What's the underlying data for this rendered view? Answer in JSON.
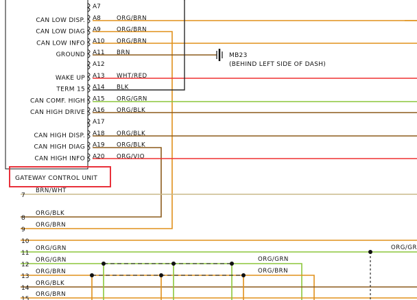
{
  "colors": {
    "orange": "#e0901a",
    "brown": "#8b5a1a",
    "red": "#ef3030",
    "black": "#2a2a2a",
    "green": "#8cc63a",
    "olive": "#c9b98a",
    "highlight": "#e8303a"
  },
  "unit": {
    "title": "GATEWAY CONTROL UNIT",
    "pins": [
      {
        "id": "A7",
        "label": "",
        "wire": ""
      },
      {
        "id": "A8",
        "label": "CAN LOW DISP.",
        "wire": "ORG/BRN"
      },
      {
        "id": "A9",
        "label": "CAN LOW DIAG",
        "wire": "ORG/BRN"
      },
      {
        "id": "A10",
        "label": "CAN LOW INFO",
        "wire": "ORG/BRN"
      },
      {
        "id": "A11",
        "label": "GROUND",
        "wire": "BRN"
      },
      {
        "id": "A12",
        "label": "",
        "wire": ""
      },
      {
        "id": "A13",
        "label": "WAKE UP",
        "wire": "WHT/RED"
      },
      {
        "id": "A14",
        "label": "TERM 15",
        "wire": "BLK"
      },
      {
        "id": "A15",
        "label": "CAN COMF. HIGH",
        "wire": "ORG/GRN"
      },
      {
        "id": "A16",
        "label": "CAN HIGH DRIVE",
        "wire": "ORG/BLK"
      },
      {
        "id": "A17",
        "label": "",
        "wire": ""
      },
      {
        "id": "A18",
        "label": "CAN HIGH DISP.",
        "wire": "ORG/BLK"
      },
      {
        "id": "A19",
        "label": "CAN HIGH DIAG",
        "wire": "ORG/BLK"
      },
      {
        "id": "A20",
        "label": "CAN HIGH INFO",
        "wire": "ORG/VIO"
      }
    ]
  },
  "ground": {
    "name": "MB23",
    "location": "(BEHIND LEFT SIDE OF DASH)"
  },
  "connector": {
    "rows": [
      {
        "num": "7",
        "wire": "BRN/WHT"
      },
      {
        "num": "8",
        "wire": "ORG/BLK"
      },
      {
        "num": "9",
        "wire": "ORG/BRN"
      },
      {
        "num": "10",
        "wire": ""
      },
      {
        "num": "11",
        "wire": "ORG/GRN"
      },
      {
        "num": "12",
        "wire": "ORG/GRN"
      },
      {
        "num": "13",
        "wire": "ORG/BRN"
      },
      {
        "num": "14",
        "wire": "ORG/BLK"
      },
      {
        "num": "15",
        "wire": "ORG/BRN"
      }
    ],
    "extra_wire_labels": [
      "ORG/GRN",
      "ORG/GRN",
      "ORG/BRN"
    ]
  }
}
